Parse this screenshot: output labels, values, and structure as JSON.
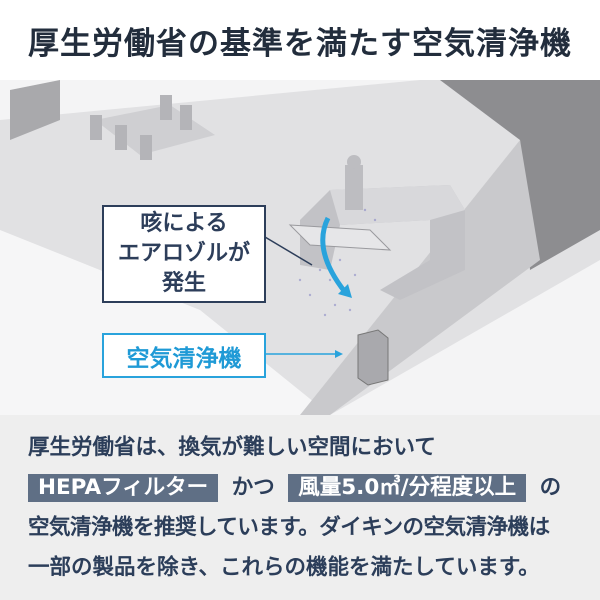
{
  "title": "厚生労働省の基準を満たす空気清浄機",
  "callouts": {
    "aerosol": [
      "咳による",
      "エアロゾルが",
      "発生"
    ],
    "air_purifier": "空気清浄機"
  },
  "body": {
    "line1": "厚生労働省は、換気が難しい空間において",
    "badge1": "HEPAフィルター",
    "connector": "かつ",
    "badge2": "風量5.0㎥/分程度以上",
    "particle": "の",
    "line3": "空気清浄機を推奨しています。ダイキンの空気清浄機は",
    "line4": "一部の製品を除き、これらの機能を満たしています。"
  },
  "colors": {
    "navy": "#2d3e5a",
    "blue": "#29a3dc",
    "badge": "#5f6f85"
  }
}
